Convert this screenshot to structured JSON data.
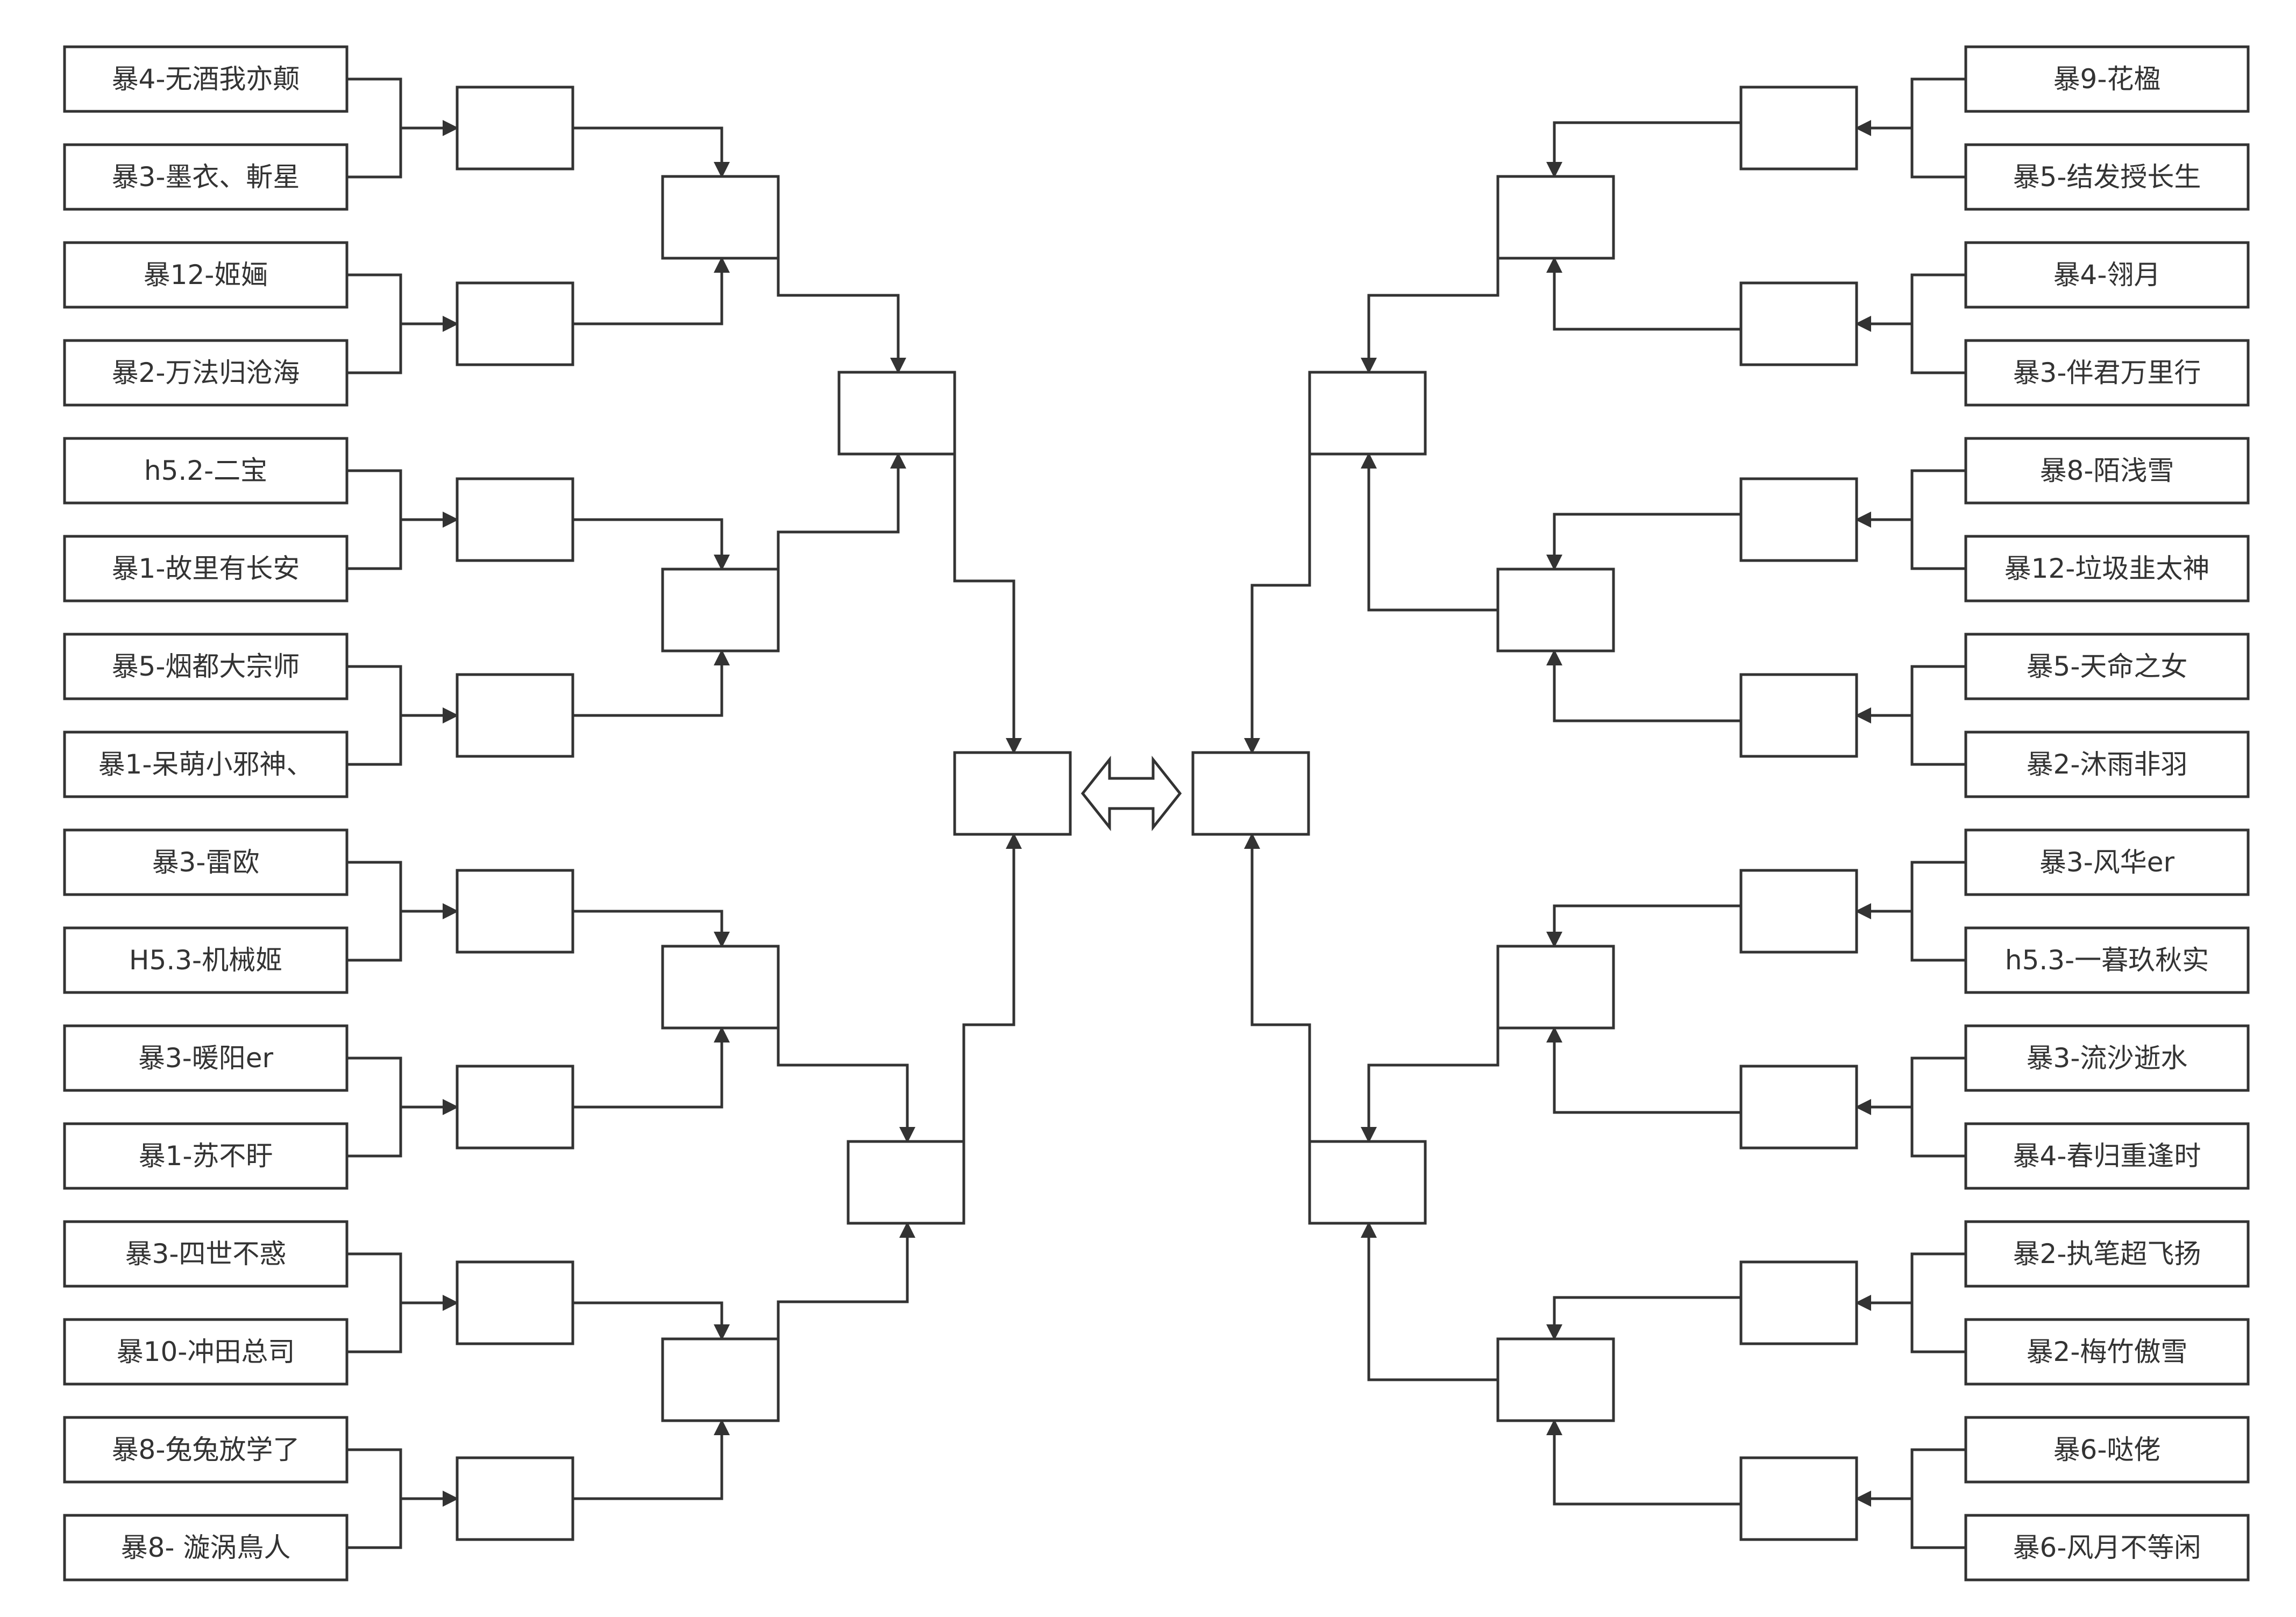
{
  "bracket": {
    "left_players": [
      "暴4-无酒我亦颠",
      "暴3-墨衣、斬星",
      "暴12-姬婳",
      "暴2-万法归沧海",
      "h5.2-二宝",
      "暴1-故里有长安",
      "暴5-烟都大宗师",
      "暴1-呆萌小邪神、",
      "暴3-雷欧",
      "H5.3-机械姬",
      "暴3-暖阳er",
      "暴1-苏不盱",
      "暴3-四世不惑",
      "暴10-冲田总司",
      "暴8-兔兔放学了",
      "暴8- 漩涡鳥人"
    ],
    "right_players": [
      "暴9-花楹",
      "暴5-结发授长生",
      "暴4-翎月",
      "暴3-伴君万里行",
      "暴8-陌浅雪",
      "暴12-垃圾韭太神",
      "暴5-天命之女",
      "暴2-沐雨非羽",
      "暴3-风华er",
      "h5.3-一暮玖秋实",
      "暴3-流沙逝水",
      "暴4-春归重逢时",
      "暴2-执笔超飞扬",
      "暴2-梅竹傲雪",
      "暴6-哒佬",
      "暴6-风月不等闲"
    ]
  },
  "icons": {
    "final_connector": "double-arrow-icon"
  },
  "colors": {
    "stroke": "#333333",
    "background": "#ffffff"
  }
}
